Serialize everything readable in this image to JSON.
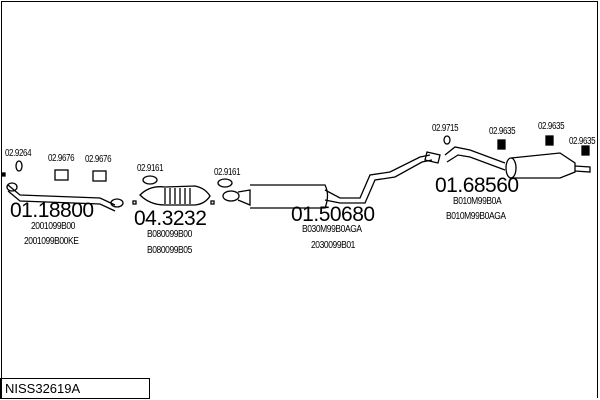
{
  "reference": "NISS32619A",
  "parts": [
    {
      "number": "01.18800",
      "codes": [
        "2001099B00",
        "2001099B00KE"
      ]
    },
    {
      "number": "04.3232",
      "codes": [
        "B080099B00",
        "B080099B05"
      ]
    },
    {
      "number": "01.50680",
      "codes": [
        "B030M99B0AGA",
        "2030099B01"
      ]
    },
    {
      "number": "01.68560",
      "codes": [
        "B010M99B0A",
        "B010M99B0AGA"
      ]
    }
  ],
  "accessories": [
    "02.9264",
    "02.9676",
    "02.9676",
    "02.9161",
    "02.9161",
    "02.9715",
    "02.9635",
    "02.9635",
    "02.9635"
  ]
}
